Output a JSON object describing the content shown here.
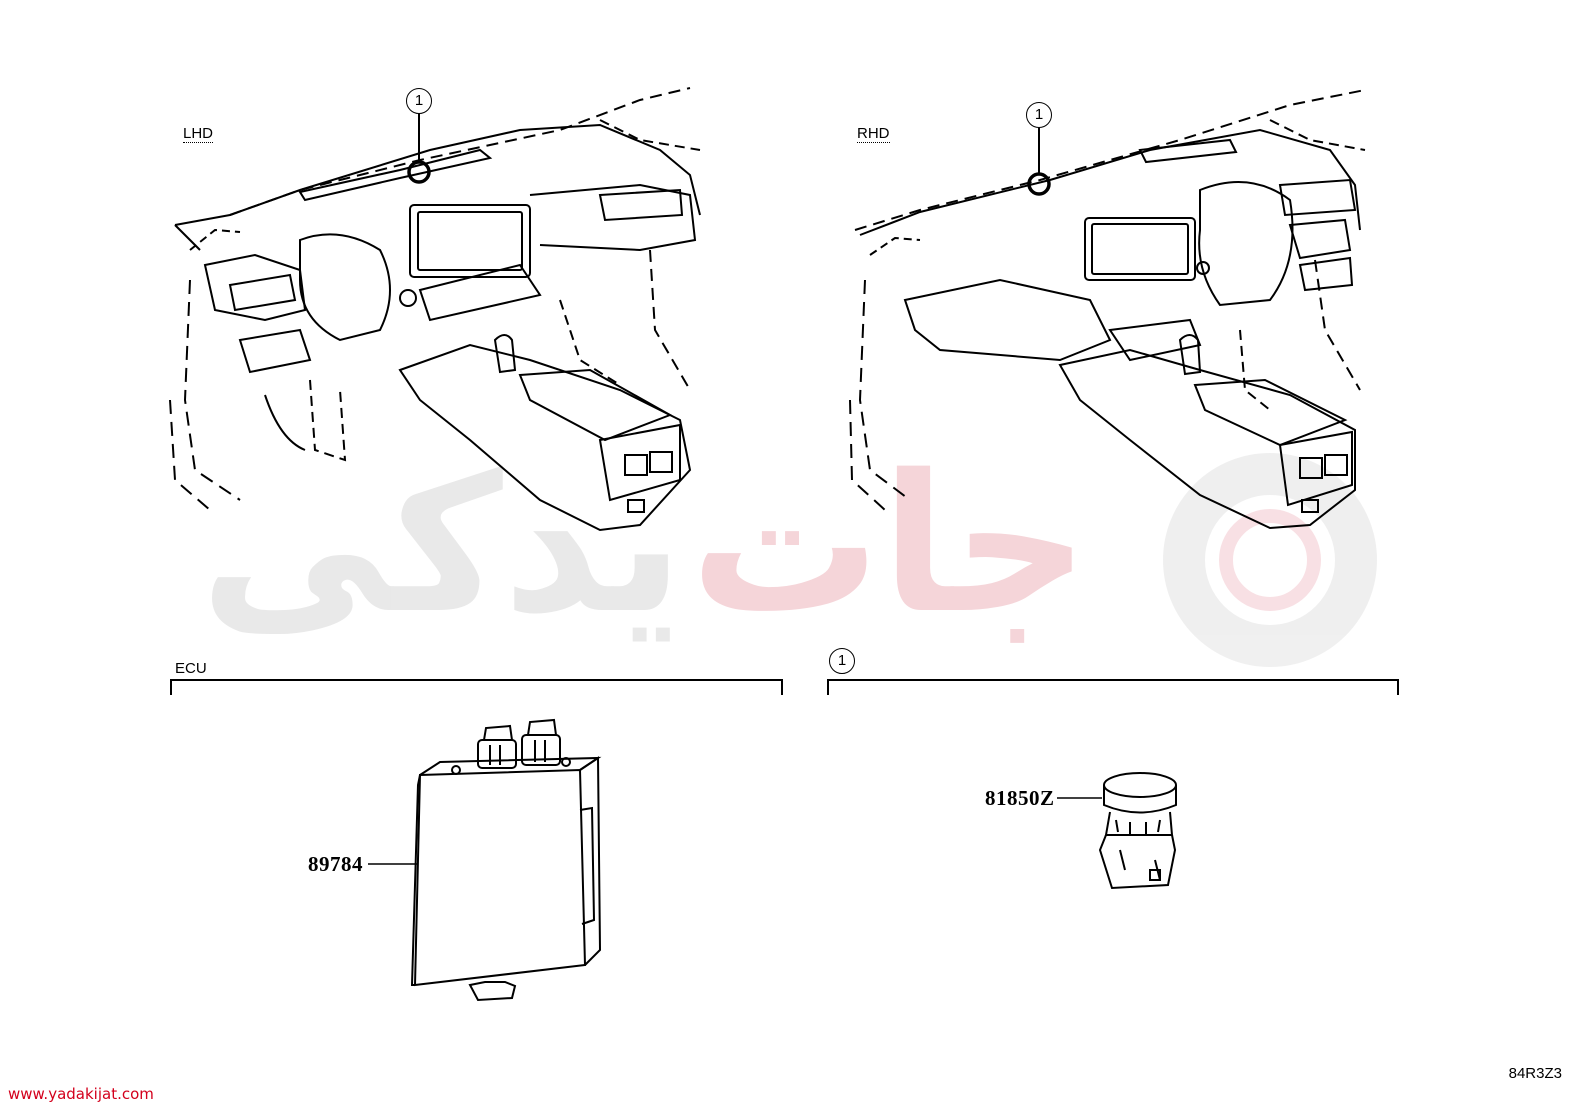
{
  "views": {
    "lhd_label": "LHD",
    "rhd_label": "RHD",
    "callout_number": "1"
  },
  "sections": {
    "ecu_label": "ECU",
    "callout_section_number": "1"
  },
  "parts": {
    "ecu_part_number": "89784",
    "switch_part_number": "81850Z"
  },
  "footer": {
    "website": "www.yadakijat.com",
    "diagram_code": "84R3Z3"
  },
  "watermark": {
    "text_gray": "یدکی",
    "text_red": "جات",
    "gray_color": "#e6e6e6",
    "red_color": "#f6d3d7"
  }
}
